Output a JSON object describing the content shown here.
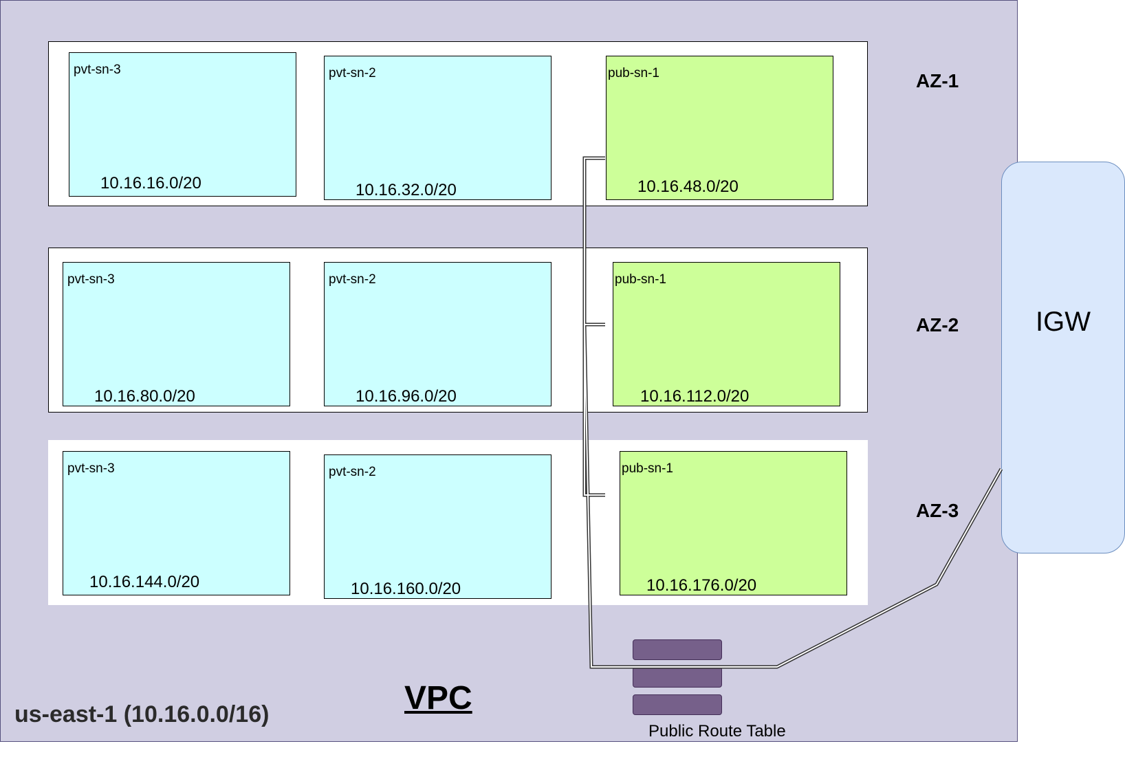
{
  "vpc": {
    "title": "VPC",
    "region_label": "us-east-1 (10.16.0.0/16)"
  },
  "availability_zones": [
    {
      "label": "AZ-1",
      "subnets": [
        {
          "name": "pvt-sn-3",
          "cidr": "10.16.16.0/20",
          "type": "private"
        },
        {
          "name": "pvt-sn-2",
          "cidr": "10.16.32.0/20",
          "type": "private"
        },
        {
          "name": "pub-sn-1",
          "cidr": "10.16.48.0/20",
          "type": "public"
        }
      ]
    },
    {
      "label": "AZ-2",
      "subnets": [
        {
          "name": "pvt-sn-3",
          "cidr": "10.16.80.0/20",
          "type": "private"
        },
        {
          "name": "pvt-sn-2",
          "cidr": "10.16.96.0/20",
          "type": "private"
        },
        {
          "name": "pub-sn-1",
          "cidr": "10.16.112.0/20",
          "type": "public"
        }
      ]
    },
    {
      "label": "AZ-3",
      "subnets": [
        {
          "name": "pvt-sn-3",
          "cidr": "10.16.144.0/20",
          "type": "private"
        },
        {
          "name": "pvt-sn-2",
          "cidr": "10.16.160.0/20",
          "type": "private"
        },
        {
          "name": "pub-sn-1",
          "cidr": "10.16.176.0/20",
          "type": "public"
        }
      ]
    }
  ],
  "igw": {
    "label": "IGW"
  },
  "route_table": {
    "label": "Public Route Table"
  },
  "colors": {
    "vpc_fill": "#d0cee2",
    "private_subnet": "#ccffff",
    "public_subnet": "#cdff99",
    "igw_fill": "#dae8fc",
    "route_table": "#76608a"
  }
}
